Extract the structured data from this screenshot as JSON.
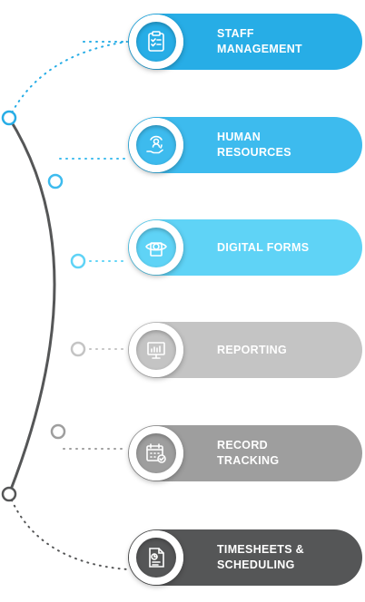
{
  "items": [
    {
      "label": "STAFF\nMANAGEMENT",
      "icon": "clipboard-checklist-icon",
      "color": "#27ade6",
      "icon_bg": "#27ade6"
    },
    {
      "label": "HUMAN\nRESOURCES",
      "icon": "hand-person-cycle-icon",
      "color": "#3dbbee",
      "icon_bg": "#3dbbee"
    },
    {
      "label": "DIGITAL FORMS",
      "icon": "eye-form-icon",
      "color": "#5fd3f6",
      "icon_bg": "#5fd3f6"
    },
    {
      "label": "REPORTING",
      "icon": "monitor-chart-icon",
      "color": "#c4c4c4",
      "icon_bg": "#c4c4c4"
    },
    {
      "label": "RECORD\nTRACKING",
      "icon": "calendar-check-icon",
      "color": "#9e9e9e",
      "icon_bg": "#9e9e9e"
    },
    {
      "label": "TIMESHEETS &\nSCHEDULING",
      "icon": "document-chart-icon",
      "color": "#555657",
      "icon_bg": "#555657"
    }
  ]
}
